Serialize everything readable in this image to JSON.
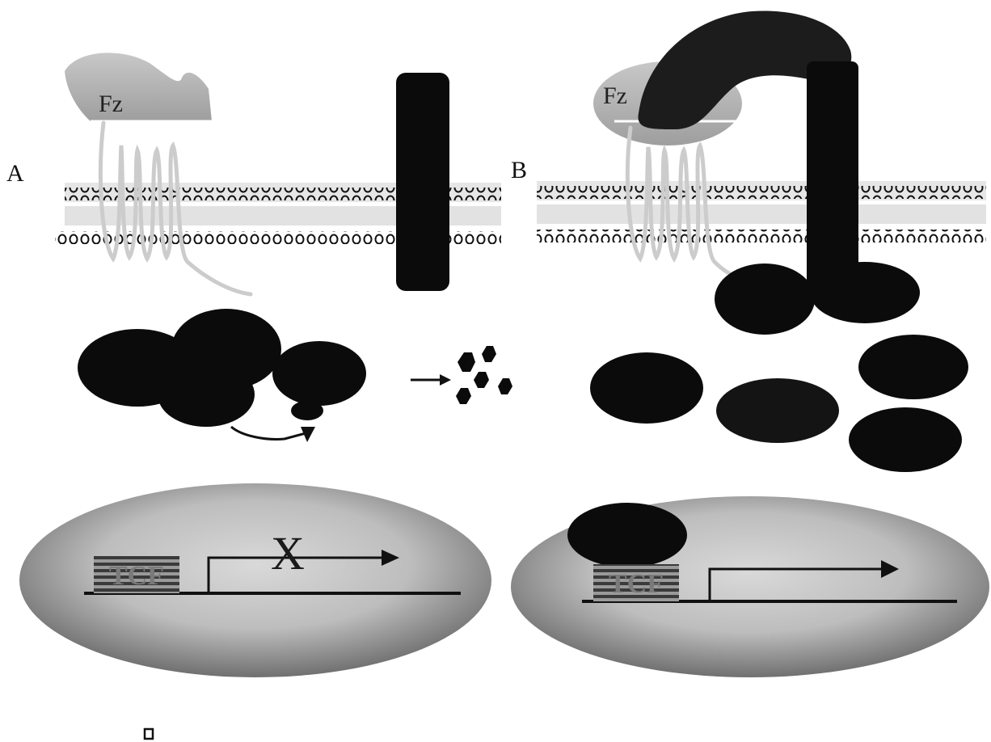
{
  "panels": [
    {
      "id": "A",
      "label": "A",
      "receptor_label": "Fz",
      "promoter_label": "TCF",
      "transcription_mark": "X"
    },
    {
      "id": "B",
      "label": "B",
      "receptor_label": "Fz",
      "promoter_label": "TCF"
    }
  ],
  "colors": {
    "dark": "#0b0b0b",
    "receptor": "#b4b4b4",
    "ligand": "#2a2a2a",
    "helix": "#cfcfcf",
    "nucleus_light": "#d4d4d4",
    "nucleus_dark": "#6c6c6c"
  },
  "footer_icon": "small-square-icon"
}
